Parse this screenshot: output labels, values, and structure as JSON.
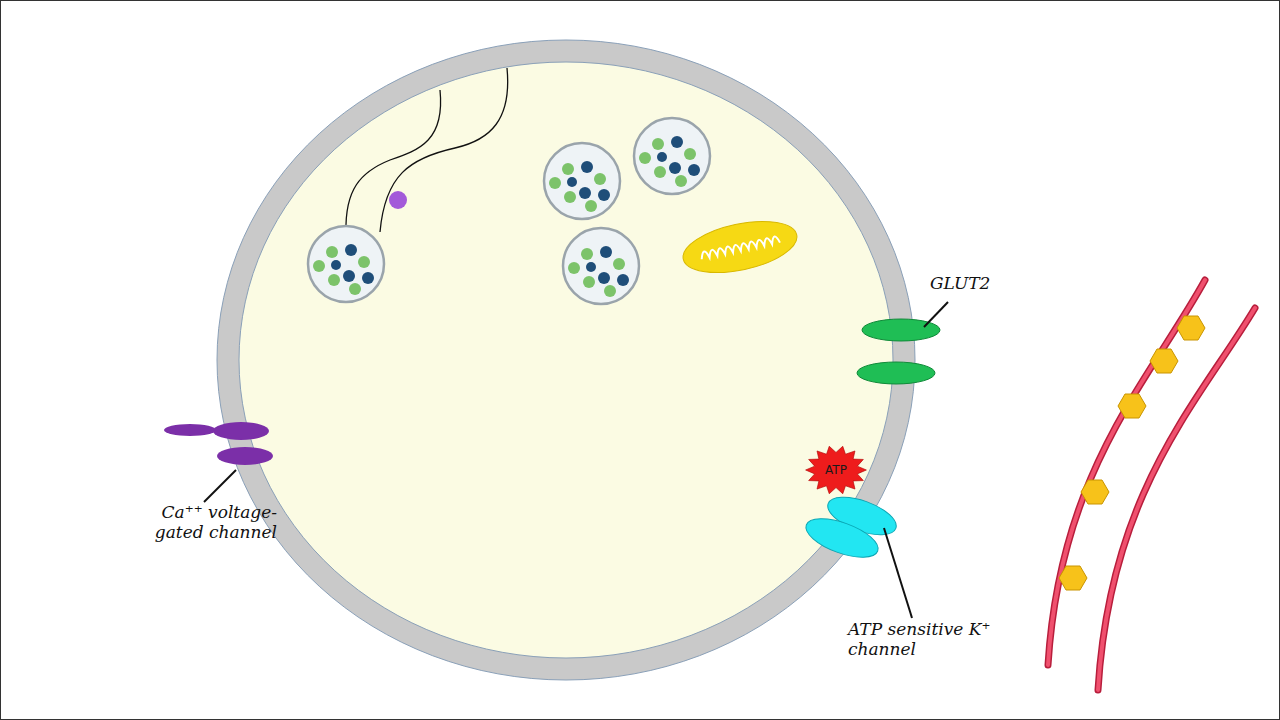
{
  "diagram": {
    "nodes": [
      {
        "text": [
          "ATP"
        ]
      }
    ],
    "labels": [
      "GLUT2",
      "ATP sensitive K⁺ channel",
      "Ca⁺⁺ voltage-gated channel"
    ]
  }
}
